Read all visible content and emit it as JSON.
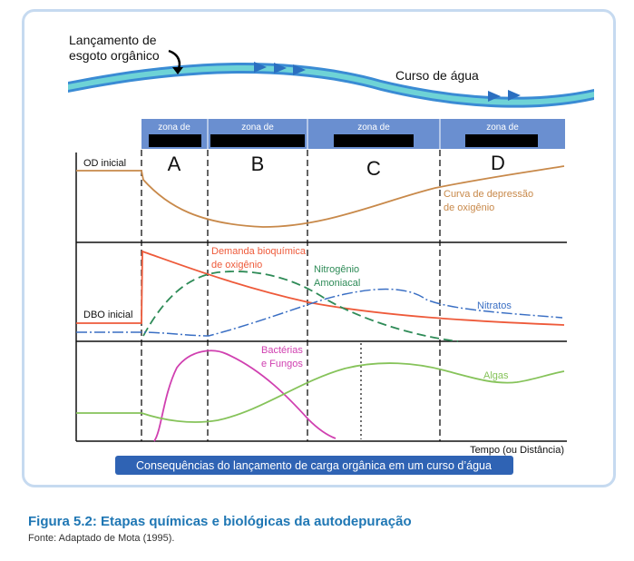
{
  "river": {
    "discharge_label_line1": "Lançamento de",
    "discharge_label_line2": "esgoto orgânico",
    "course_label": "Curso de água"
  },
  "zones": [
    {
      "header": "zona de",
      "letter": "A"
    },
    {
      "header": "zona de",
      "letter": "B"
    },
    {
      "header": "zona de",
      "letter": "C"
    },
    {
      "header": "zona de",
      "letter": "D"
    }
  ],
  "panel_top": {
    "od_label": "OD inicial",
    "curve_label_line1": "Curva de depressão",
    "curve_label_line2": "de oxigênio"
  },
  "panel_mid": {
    "dbo_label": "DBO inicial",
    "demand_label_line1": "Demanda bioquímica",
    "demand_label_line2": "de oxigênio",
    "ammonia_label_line1": "Nitrogênio",
    "ammonia_label_line2": "Amoniacal",
    "nitrate_label": "Nitratos"
  },
  "panel_bot": {
    "bacteria_label_line1": "Bactérias",
    "bacteria_label_line2": "e Fungos",
    "algae_label": "Algas"
  },
  "axis_label": "Tempo (ou Distância)",
  "banner": "Consequências do lançamento de carga orgânica em um curso d’água",
  "caption": {
    "title": "Figura 5.2: Etapas químicas e biológicas da autodepuração",
    "source": "Fonte: Adaptado de Mota (1995)."
  },
  "colors": {
    "oxygen": "#c8894a",
    "demand": "#ee5a3a",
    "ammonia": "#2e8b57",
    "nitrate": "#3a6fc4",
    "bacteria": "#d040b0",
    "algae": "#86c35a",
    "zone_header": "#6a8fd0",
    "caption": "#1f77b4"
  }
}
